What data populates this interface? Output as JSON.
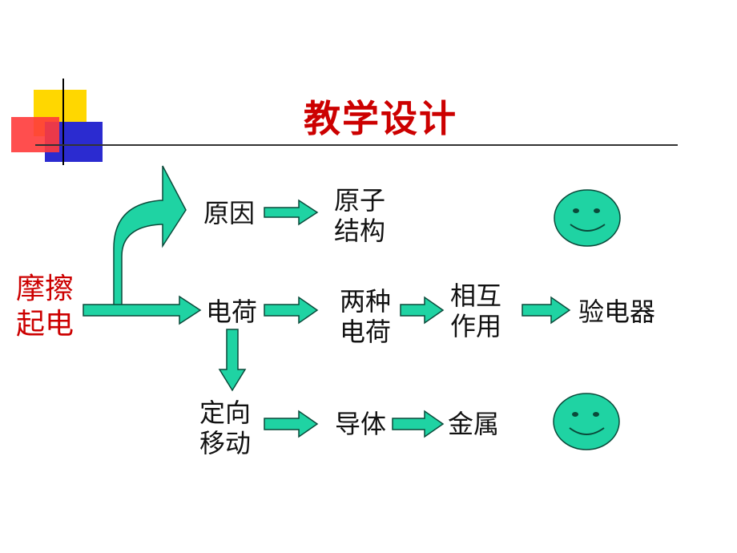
{
  "title": "教学设计",
  "source": {
    "line1": "摩擦",
    "line2": "起电"
  },
  "nodes": {
    "reason": "原因",
    "atom": {
      "line1": "原子",
      "line2": "结构"
    },
    "charge": "电荷",
    "two_kinds": {
      "line1": "两种",
      "line2": "电荷"
    },
    "interaction": {
      "line1": "相互",
      "line2": "作用"
    },
    "electroscope": "验电器",
    "directed": {
      "line1": "定向",
      "line2": "移动"
    },
    "conductor": "导体",
    "metal": "金属"
  },
  "colors": {
    "arrow_fill": "#1fd3a3",
    "arrow_stroke": "#0a4a3a",
    "smiley_fill": "#1fd3a3",
    "title": "#cc0000",
    "deco_yellow": "#ffd700",
    "deco_red": "#ff3b3b",
    "deco_blue": "#2b2bd0"
  },
  "icons": [
    "smiley-face-icon",
    "smiley-face-icon"
  ]
}
